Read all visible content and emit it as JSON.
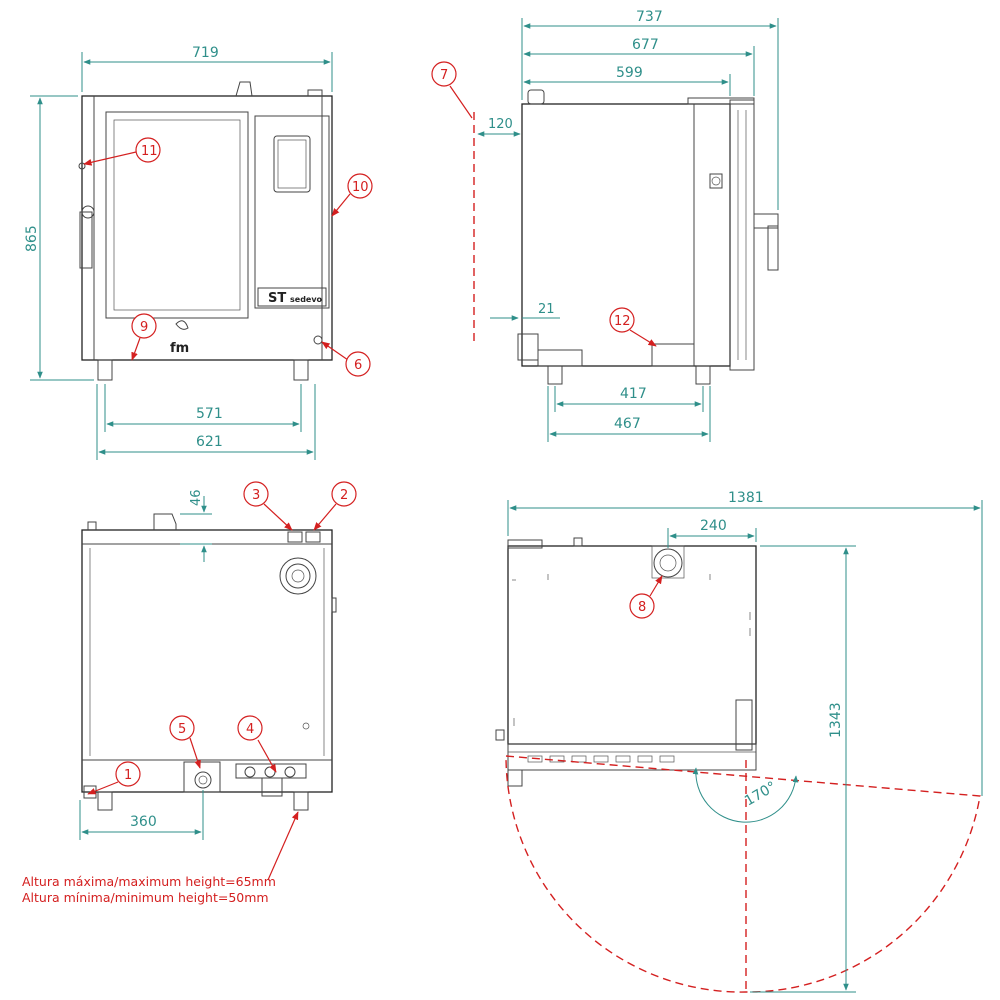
{
  "dimensions": {
    "front_width": "719",
    "front_height": "865",
    "feet_inner": "571",
    "feet_outer": "621",
    "side_737": "737",
    "side_677": "677",
    "side_599": "599",
    "side_120": "120",
    "side_21": "21",
    "side_417": "417",
    "side_467": "467",
    "rear_46": "46",
    "rear_360": "360",
    "top_1381": "1381",
    "top_240": "240",
    "top_1343": "1343",
    "door_angle": "170°"
  },
  "callouts": {
    "c1": "1",
    "c2": "2",
    "c3": "3",
    "c4": "4",
    "c5": "5",
    "c6": "6",
    "c7": "7",
    "c8": "8",
    "c9": "9",
    "c10": "10",
    "c11": "11",
    "c12": "12"
  },
  "notes": {
    "max_height": "Altura máxima/maximum height=65mm",
    "min_height": "Altura mínima/minimum height=50mm"
  },
  "brand": {
    "logo_text": "fm",
    "model_text": "ST",
    "model_suffix": "sedevo"
  },
  "colors": {
    "dimension": "#2f8f8a",
    "callout": "#d42020",
    "outline": "#222222"
  }
}
